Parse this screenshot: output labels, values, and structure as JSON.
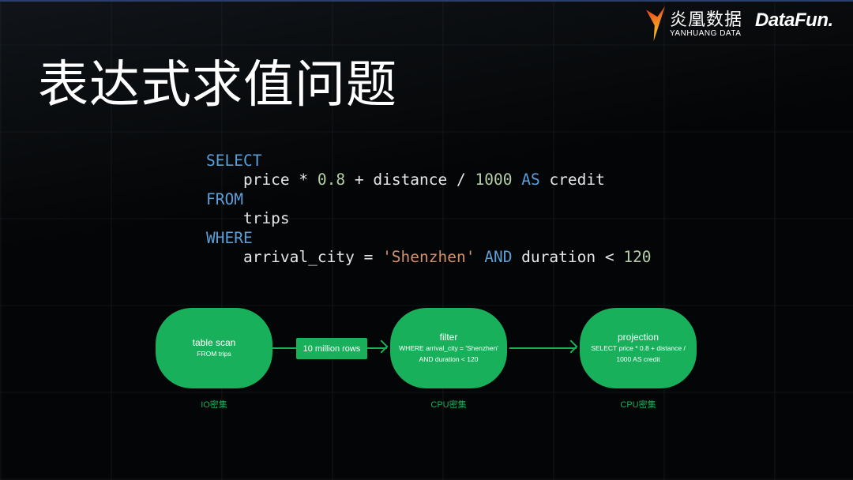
{
  "title": "表达式求值问题",
  "logos": {
    "yanhuang_cn": "炎凰数据",
    "yanhuang_en": "YANHUANG DATA",
    "datafun": "DataFun."
  },
  "code": {
    "l1": "SELECT",
    "l2a": "    price * ",
    "l2b": "0.8",
    "l2c": " + distance / ",
    "l2d": "1000",
    "l2e": " AS",
    "l2f": " credit",
    "l3": "FROM",
    "l4": "    trips",
    "l5": "WHERE",
    "l6a": "    arrival_city = ",
    "l6b": "'Shenzhen'",
    "l6c": " AND",
    "l6d": " duration < ",
    "l6e": "120"
  },
  "diagram": {
    "nodes": [
      {
        "title": "table scan",
        "sub": "FROM trips",
        "label": "IO密集"
      },
      {
        "title": "filter",
        "sub": "WHERE arrival_city = 'Shenzhen' AND duration < 120",
        "label": "CPU密集"
      },
      {
        "title": "projection",
        "sub": "SELECT price * 0.8 + distance / 1000 AS credit",
        "label": "CPU密集"
      }
    ],
    "edge_label": "10 million rows"
  },
  "colors": {
    "green": "#18b05b",
    "keyword": "#5b9fd8",
    "number": "#b5cea8",
    "string": "#d4906a"
  }
}
